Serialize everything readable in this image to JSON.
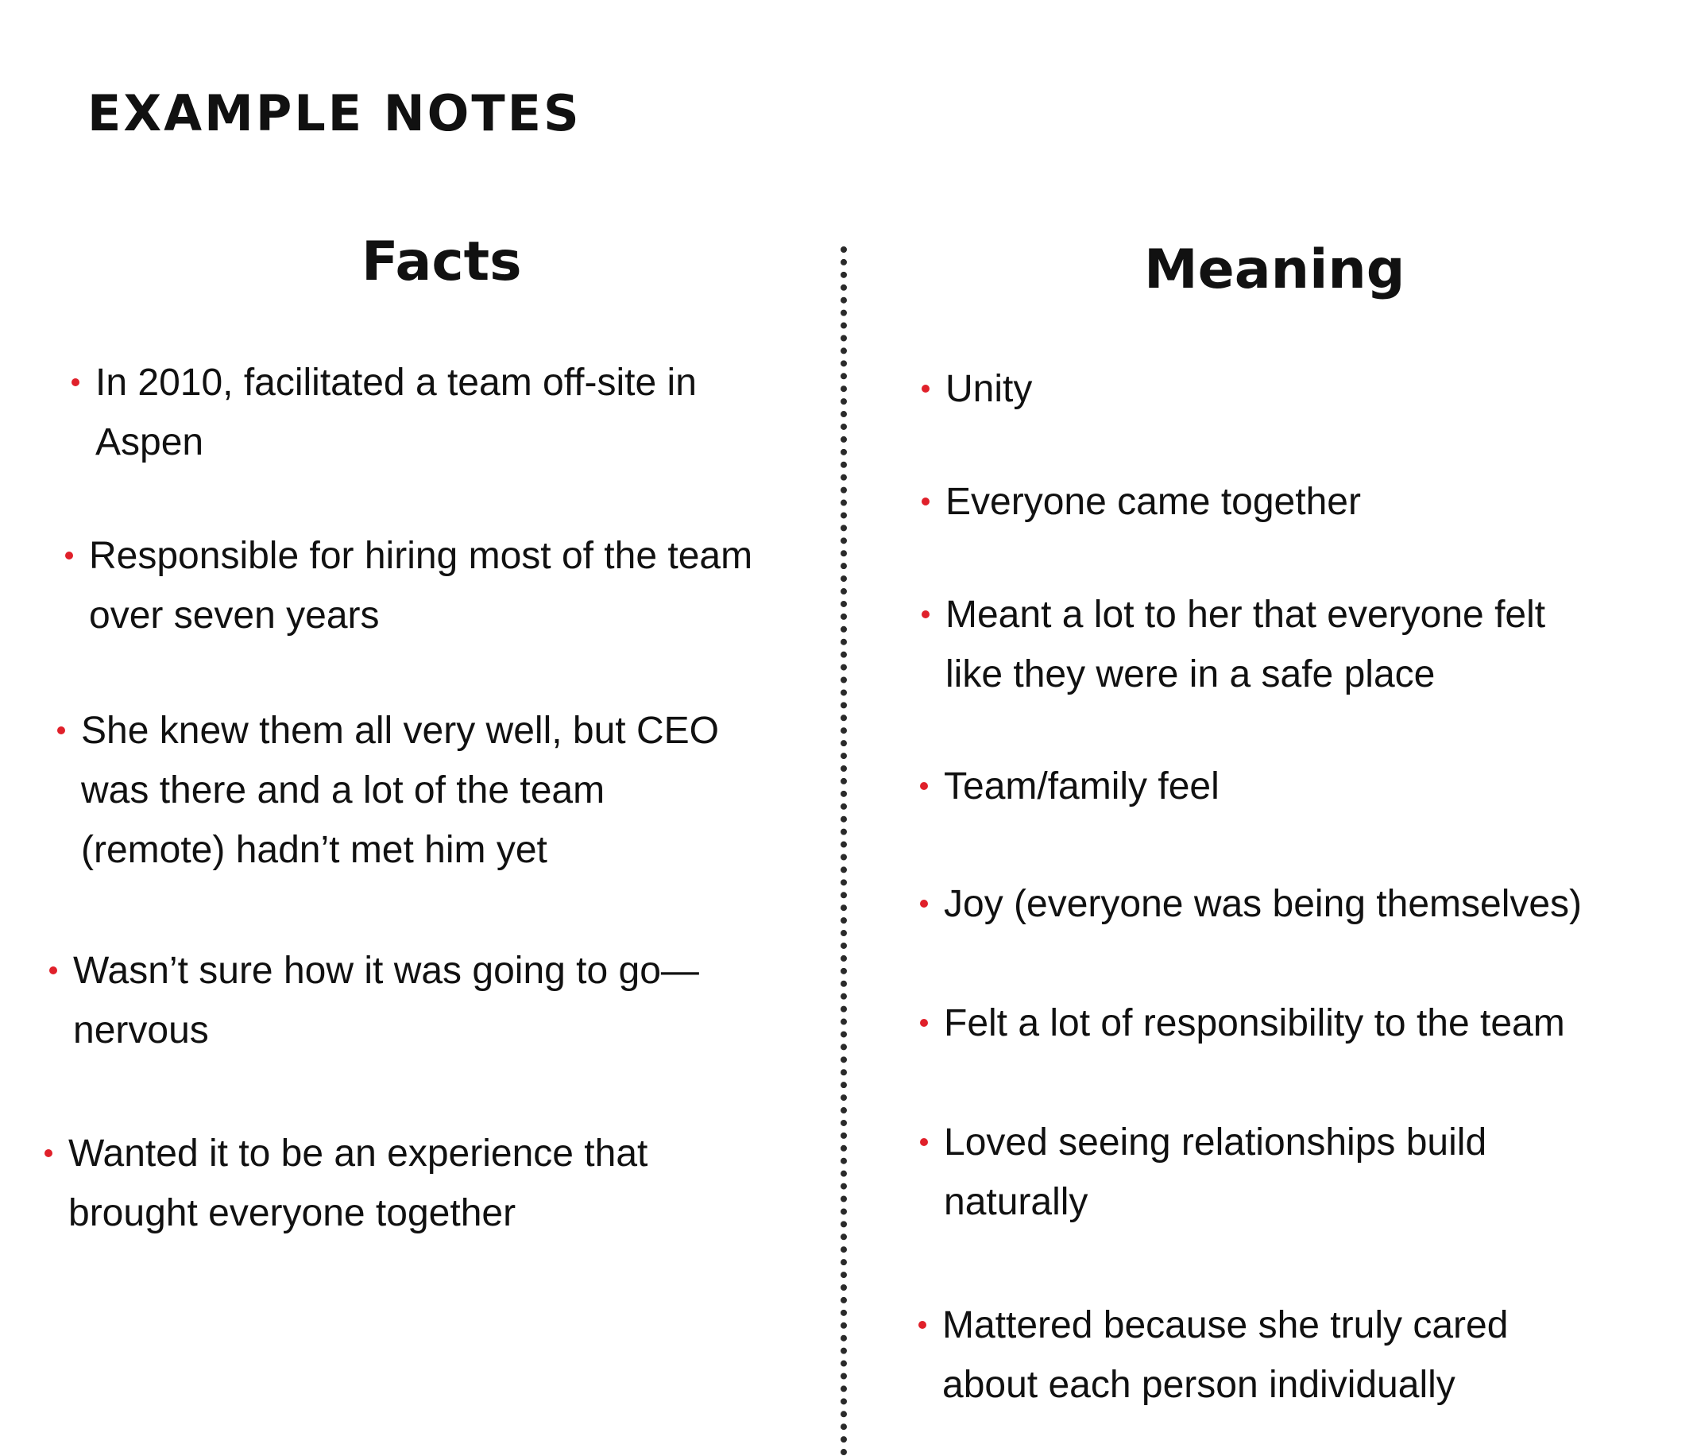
{
  "title": "EXAMPLE NOTES",
  "accent_color": "#e0202a",
  "columns": {
    "facts": {
      "heading": "Facts",
      "items": [
        "In 2010, facilitated a team off-site in Aspen",
        "Responsible for hiring most of the team over seven years",
        "She knew them all very well, but CEO was there and a lot of the team (remote) hadn’t met him yet",
        "Wasn’t sure how it was going to go—nervous",
        "Wanted it to be an experience that brought everyone together"
      ]
    },
    "meaning": {
      "heading": "Meaning",
      "items": [
        "Unity",
        "Everyone came together",
        "Meant a lot to her that everyone felt like they were in a safe place",
        "Team/family feel",
        "Joy (everyone was being themselves)",
        "Felt a lot of responsibility to the team",
        "Loved seeing relationships build naturally",
        "Mattered because she truly cared about each person individually"
      ]
    }
  }
}
